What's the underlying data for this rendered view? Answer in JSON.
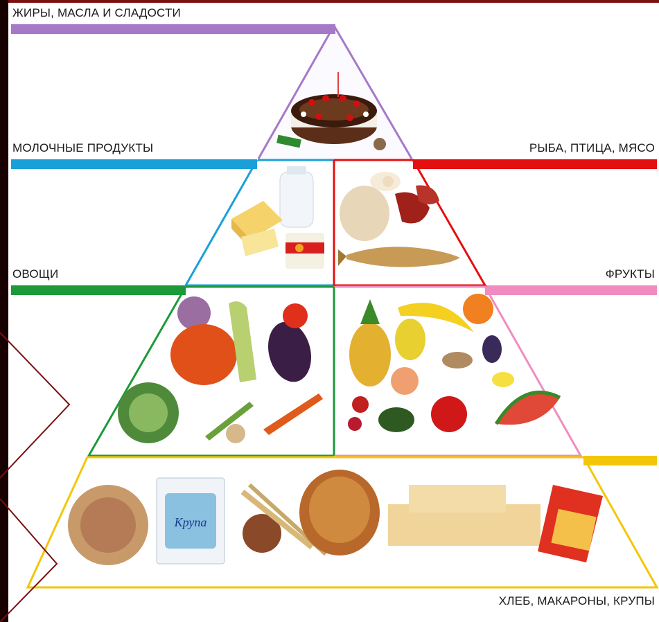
{
  "labels": {
    "fats": "ЖИРЫ, МАСЛА И СЛАДОСТИ",
    "dairy": "МОЛОЧНЫЕ ПРОДУКТЫ",
    "protein": "РЫБА, ПТИЦА, МЯСО",
    "vegetables": "ОВОЩИ",
    "fruits": "ФРУКТЫ",
    "grains": "ХЛЕБ, МАКАРОНЫ, КРУПЫ"
  },
  "colors": {
    "fats": "#a678c8",
    "dairy": "#1aa0d8",
    "protein": "#e41010",
    "vegetables": "#1c9a3a",
    "fruits": "#f08cc0",
    "grains": "#f4c60a",
    "frame": "#7a1010"
  },
  "packages": {
    "groats_label": "Крупа"
  }
}
